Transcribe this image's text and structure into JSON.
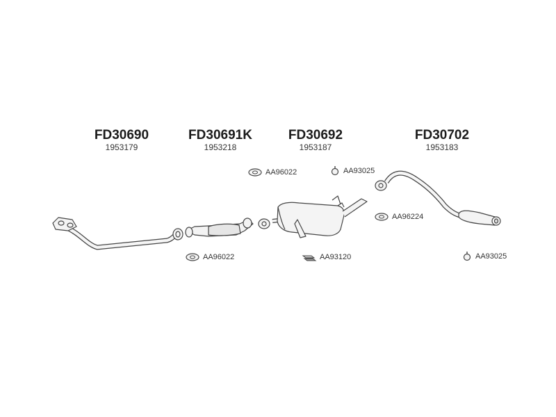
{
  "parts": [
    {
      "code": "FD30690",
      "number": "1953179"
    },
    {
      "code": "FD30691K",
      "number": "1953218"
    },
    {
      "code": "FD30692",
      "number": "1953187"
    },
    {
      "code": "FD30702",
      "number": "1953183"
    }
  ],
  "accessories": [
    {
      "code": "AA96022",
      "icon": "gasket-ring-icon"
    },
    {
      "code": "AA93025",
      "icon": "hanger-mount-icon"
    },
    {
      "code": "AA96224",
      "icon": "gasket-ring-icon"
    },
    {
      "code": "AA96022",
      "icon": "gasket-ring-icon"
    },
    {
      "code": "AA93120",
      "icon": "clamp-kit-icon"
    },
    {
      "code": "AA93025",
      "icon": "hanger-mount-icon"
    }
  ],
  "colors": {
    "line": "#444444",
    "fill": "#f4f4f4",
    "text": "#1a1a1a"
  }
}
